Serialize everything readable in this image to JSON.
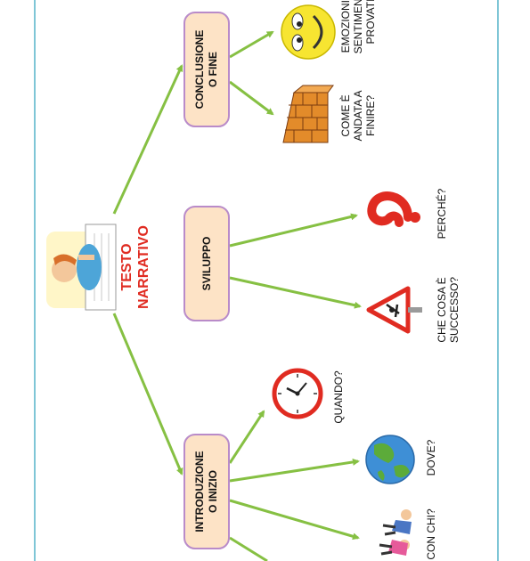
{
  "diagram": {
    "title_line1": "TESTO",
    "title_line2": "NARRATIVO",
    "colors": {
      "box_fill": "#fde3c6",
      "box_stroke": "#b98bc9",
      "arrow": "#86c043",
      "title": "#e02b21",
      "frame": "#7fc6d6"
    }
  },
  "boxes": {
    "intro_line1": "INTRODUZIONE",
    "intro_line2": "O INIZIO",
    "sviluppo": "SVILUPPO",
    "conclusione_line1": "CONCLUSIONE",
    "conclusione_line2": "O FINE"
  },
  "leaves": {
    "quando": "QUANDO?",
    "dove": "DOVE?",
    "chi": "CON CHI?",
    "che_cosa_line1": "CHE COSA È",
    "che_cosa_line2": "SUCCESSO?",
    "perche": "PERCHÉ?",
    "come_line1": "COME È",
    "come_line2": "ANDATA A",
    "come_line3": "FINIRE?",
    "emozioni_line1": "EMOZIONI E",
    "emozioni_line2": "SENTIMENTI",
    "emozioni_line3": "PROVATI"
  },
  "icons": [
    "writer-boy-icon",
    "clock-icon",
    "globe-icon",
    "people-icon",
    "warning-sign-icon",
    "question-mark-icon",
    "brick-wall-icon",
    "smiley-icon"
  ]
}
